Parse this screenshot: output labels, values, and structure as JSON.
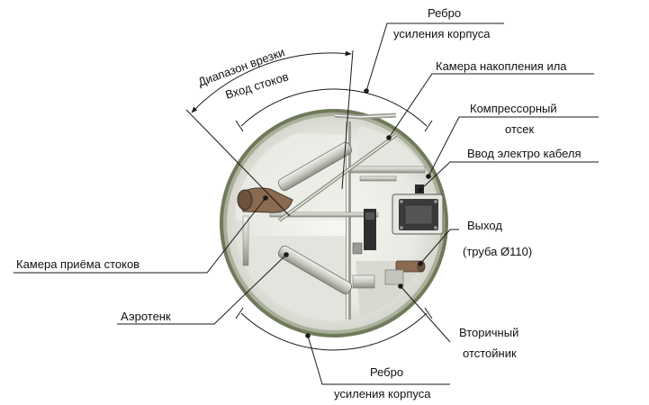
{
  "diagram": {
    "title": "",
    "labels": {
      "rib_top_line1": "Ребро",
      "rib_top_line2": "усиления корпуса",
      "cut_range": "Диапазон врезки",
      "inlet": "Вход стоков",
      "sludge_chamber": "Камера накопления ила",
      "compressor_line1": "Компрессорный",
      "compressor_line2": "отсек",
      "cable_entry": "Ввод электро кабеля",
      "outlet_line1": "Выход",
      "outlet_line2": "(труба  Ø110)",
      "receiving_chamber": "Камера приёма стоков",
      "aerotank": "Аэротенк",
      "secondary_line1": "Вторичный",
      "secondary_line2": "отстойник",
      "rib_bottom_line1": "Ребро",
      "rib_bottom_line2": "усиления корпуса"
    },
    "colors": {
      "shell_outer": "#6f7a5a",
      "shell_inner": "#e2e2dc",
      "floor_light": "#f4f4f0",
      "tube": "#c8c8c0",
      "compressor_box": "#3a3a3a",
      "cap_brown": "#8a6a50",
      "leader": "#1a1a1a"
    }
  }
}
